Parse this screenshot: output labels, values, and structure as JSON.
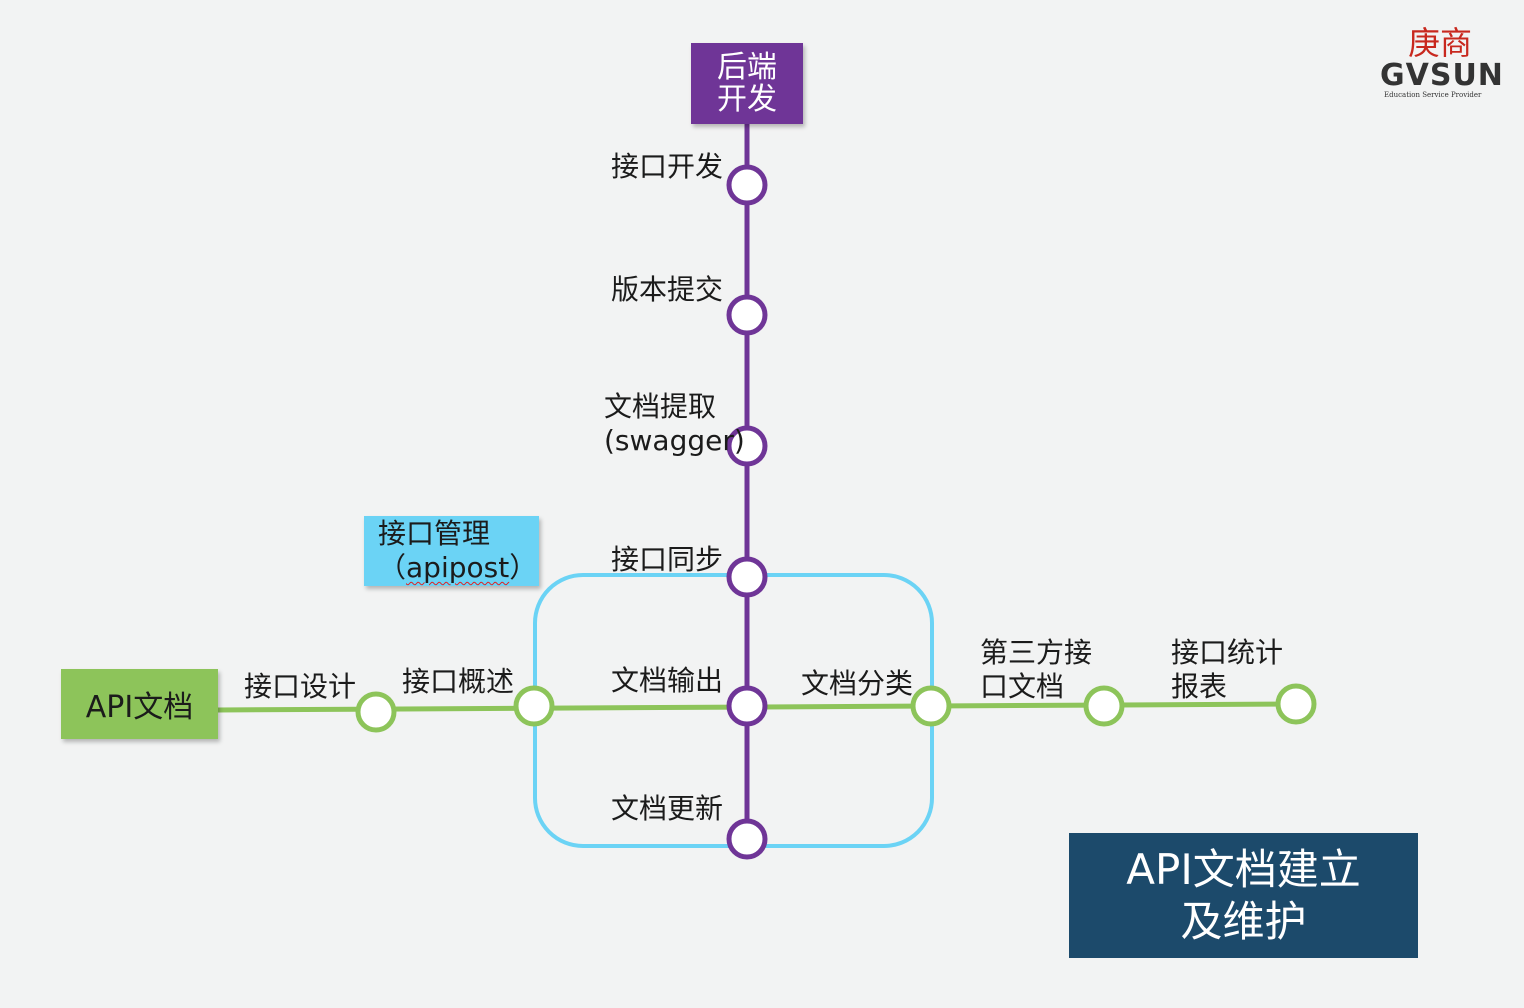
{
  "backend": {
    "line1": "后端",
    "line2": "开发"
  },
  "api_doc": {
    "label": "API文档"
  },
  "management": {
    "line1": "接口管理",
    "line2_open": "（",
    "line2_word": "apipost",
    "line2_close": "）"
  },
  "title": {
    "line1": "API文档建立",
    "line2": "及维护"
  },
  "logo": {
    "cn": "庚商",
    "en": "GVSUN",
    "tagline": "Education Service Provider"
  },
  "vertical_stations": [
    {
      "lines": [
        "接口开发"
      ]
    },
    {
      "lines": [
        "版本提交"
      ]
    },
    {
      "lines": [
        "文档提取",
        "(swagger)"
      ]
    },
    {
      "lines": [
        "接口同步"
      ]
    },
    {
      "lines": [
        "文档输出"
      ]
    },
    {
      "lines": [
        "文档更新"
      ]
    }
  ],
  "horizontal_stations": [
    {
      "lines": [
        "接口设计"
      ]
    },
    {
      "lines": [
        "接口概述"
      ]
    },
    {
      "lines": [
        "文档分类"
      ]
    },
    {
      "lines": [
        "第三方接",
        "口文档"
      ]
    },
    {
      "lines": [
        "接口统计",
        "报表"
      ]
    }
  ],
  "colors": {
    "purple": "#6f3597",
    "green": "#8dc45a",
    "cyan": "#6bd3f5",
    "navy": "#1c4a6b"
  }
}
